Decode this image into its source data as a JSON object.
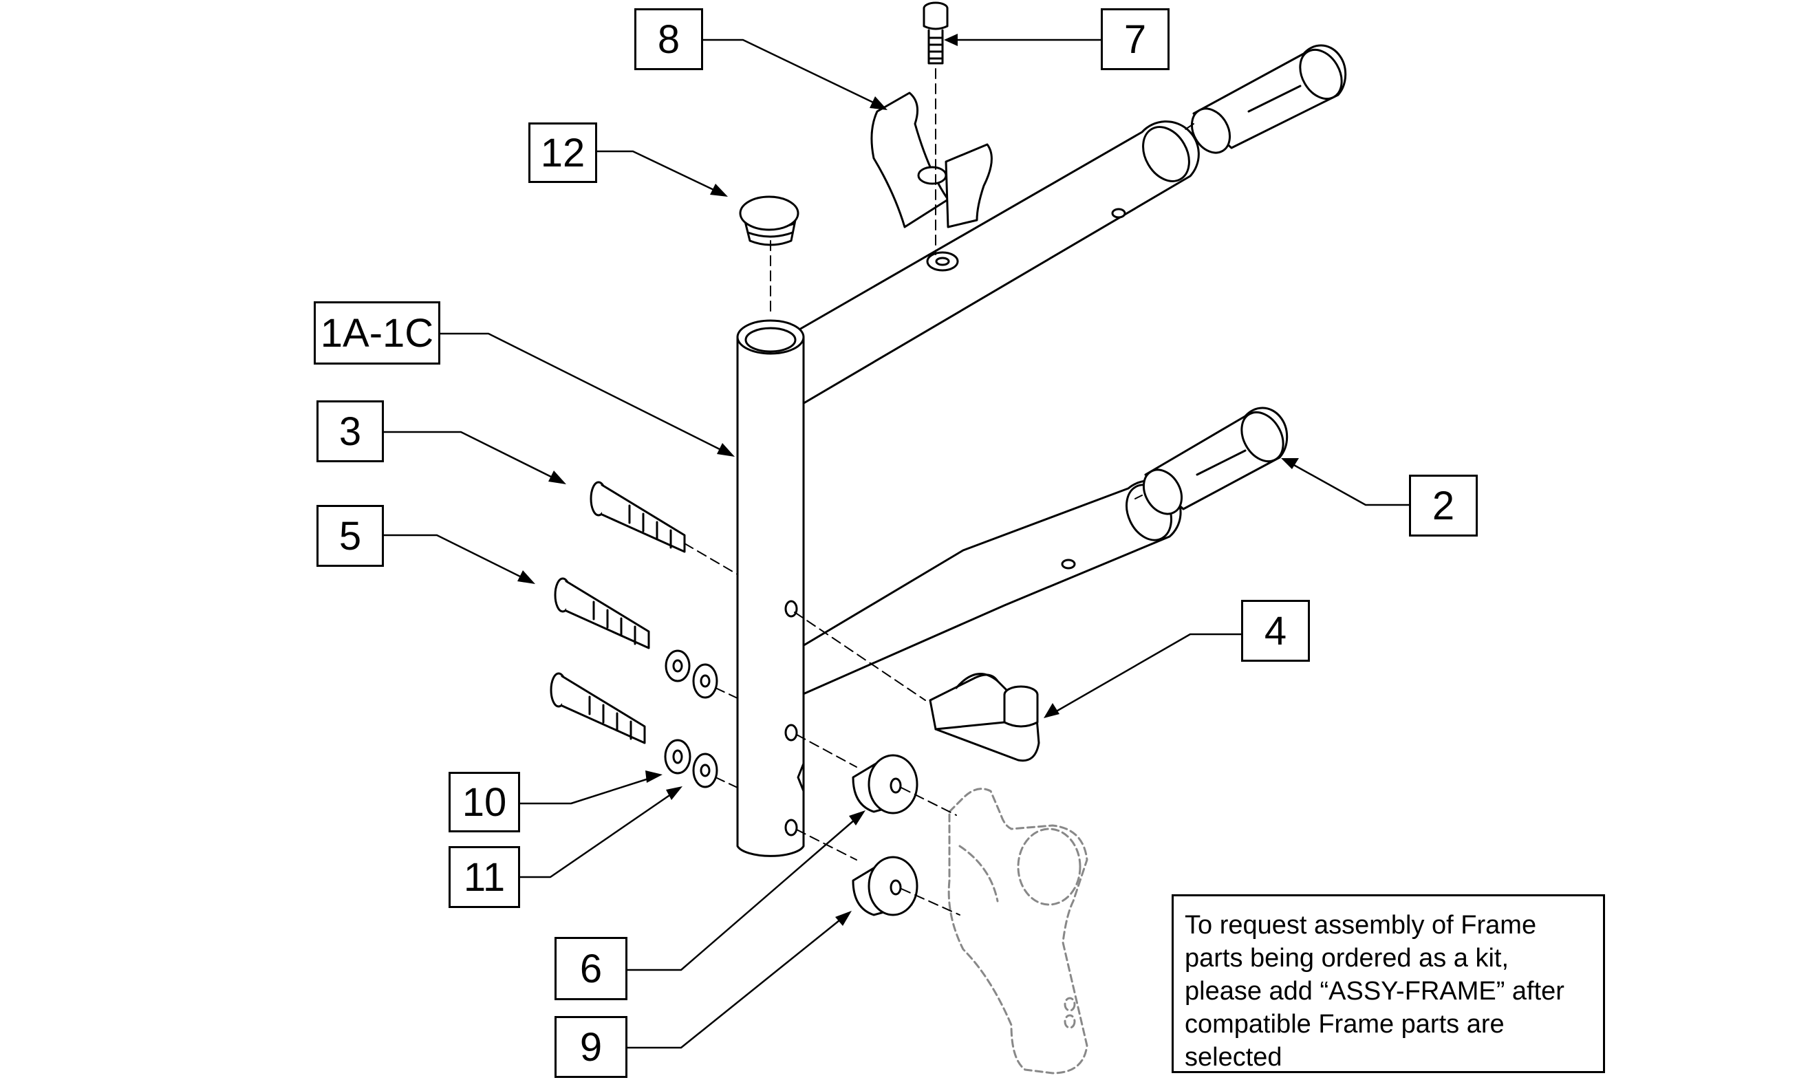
{
  "callouts": {
    "c1": "1A-1C",
    "c2": "2",
    "c3": "3",
    "c4": "4",
    "c5": "5",
    "c6": "6",
    "c7": "7",
    "c8": "8",
    "c9": "9",
    "c10": "10",
    "c11": "11",
    "c12": "12"
  },
  "note": {
    "lines": [
      "To request assembly of Frame",
      "parts being ordered as a kit,",
      "please add “ASSY-FRAME” after",
      "compatible Frame parts are",
      "selected"
    ]
  }
}
